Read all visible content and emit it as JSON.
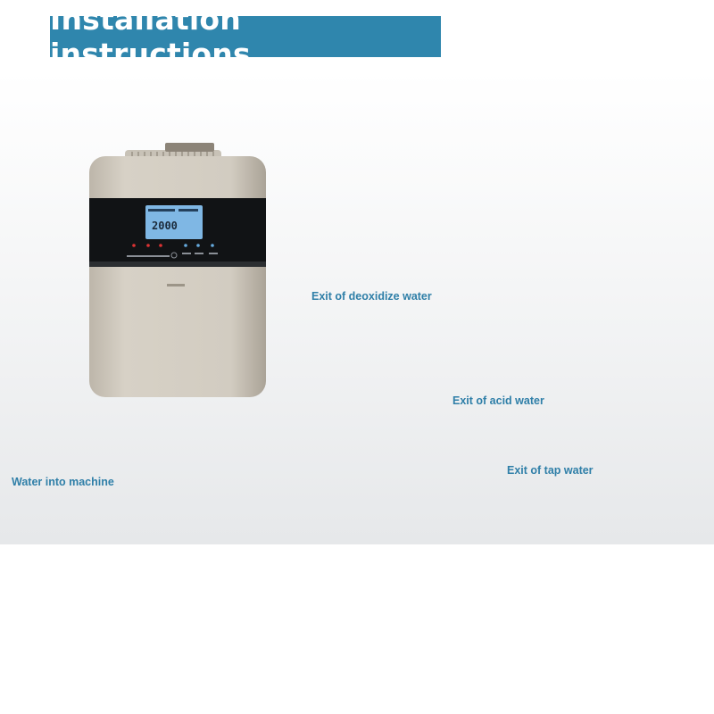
{
  "title": "Installation instructions",
  "labels": {
    "deoxidize": "Exit of deoxidize water",
    "acid": "Exit of acid water",
    "tap": "Exit of tap water",
    "water_in": "Water into machine"
  },
  "device": {
    "lcd_reading": "2000"
  },
  "colors": {
    "title_bg": "#2f86ad",
    "label": "#2f7fa8",
    "callout_line": "#3a8fb8",
    "flow_arrow": "#3b82c4"
  },
  "icons": [
    "flow-arrow-icon",
    "callout-dot-icon"
  ]
}
